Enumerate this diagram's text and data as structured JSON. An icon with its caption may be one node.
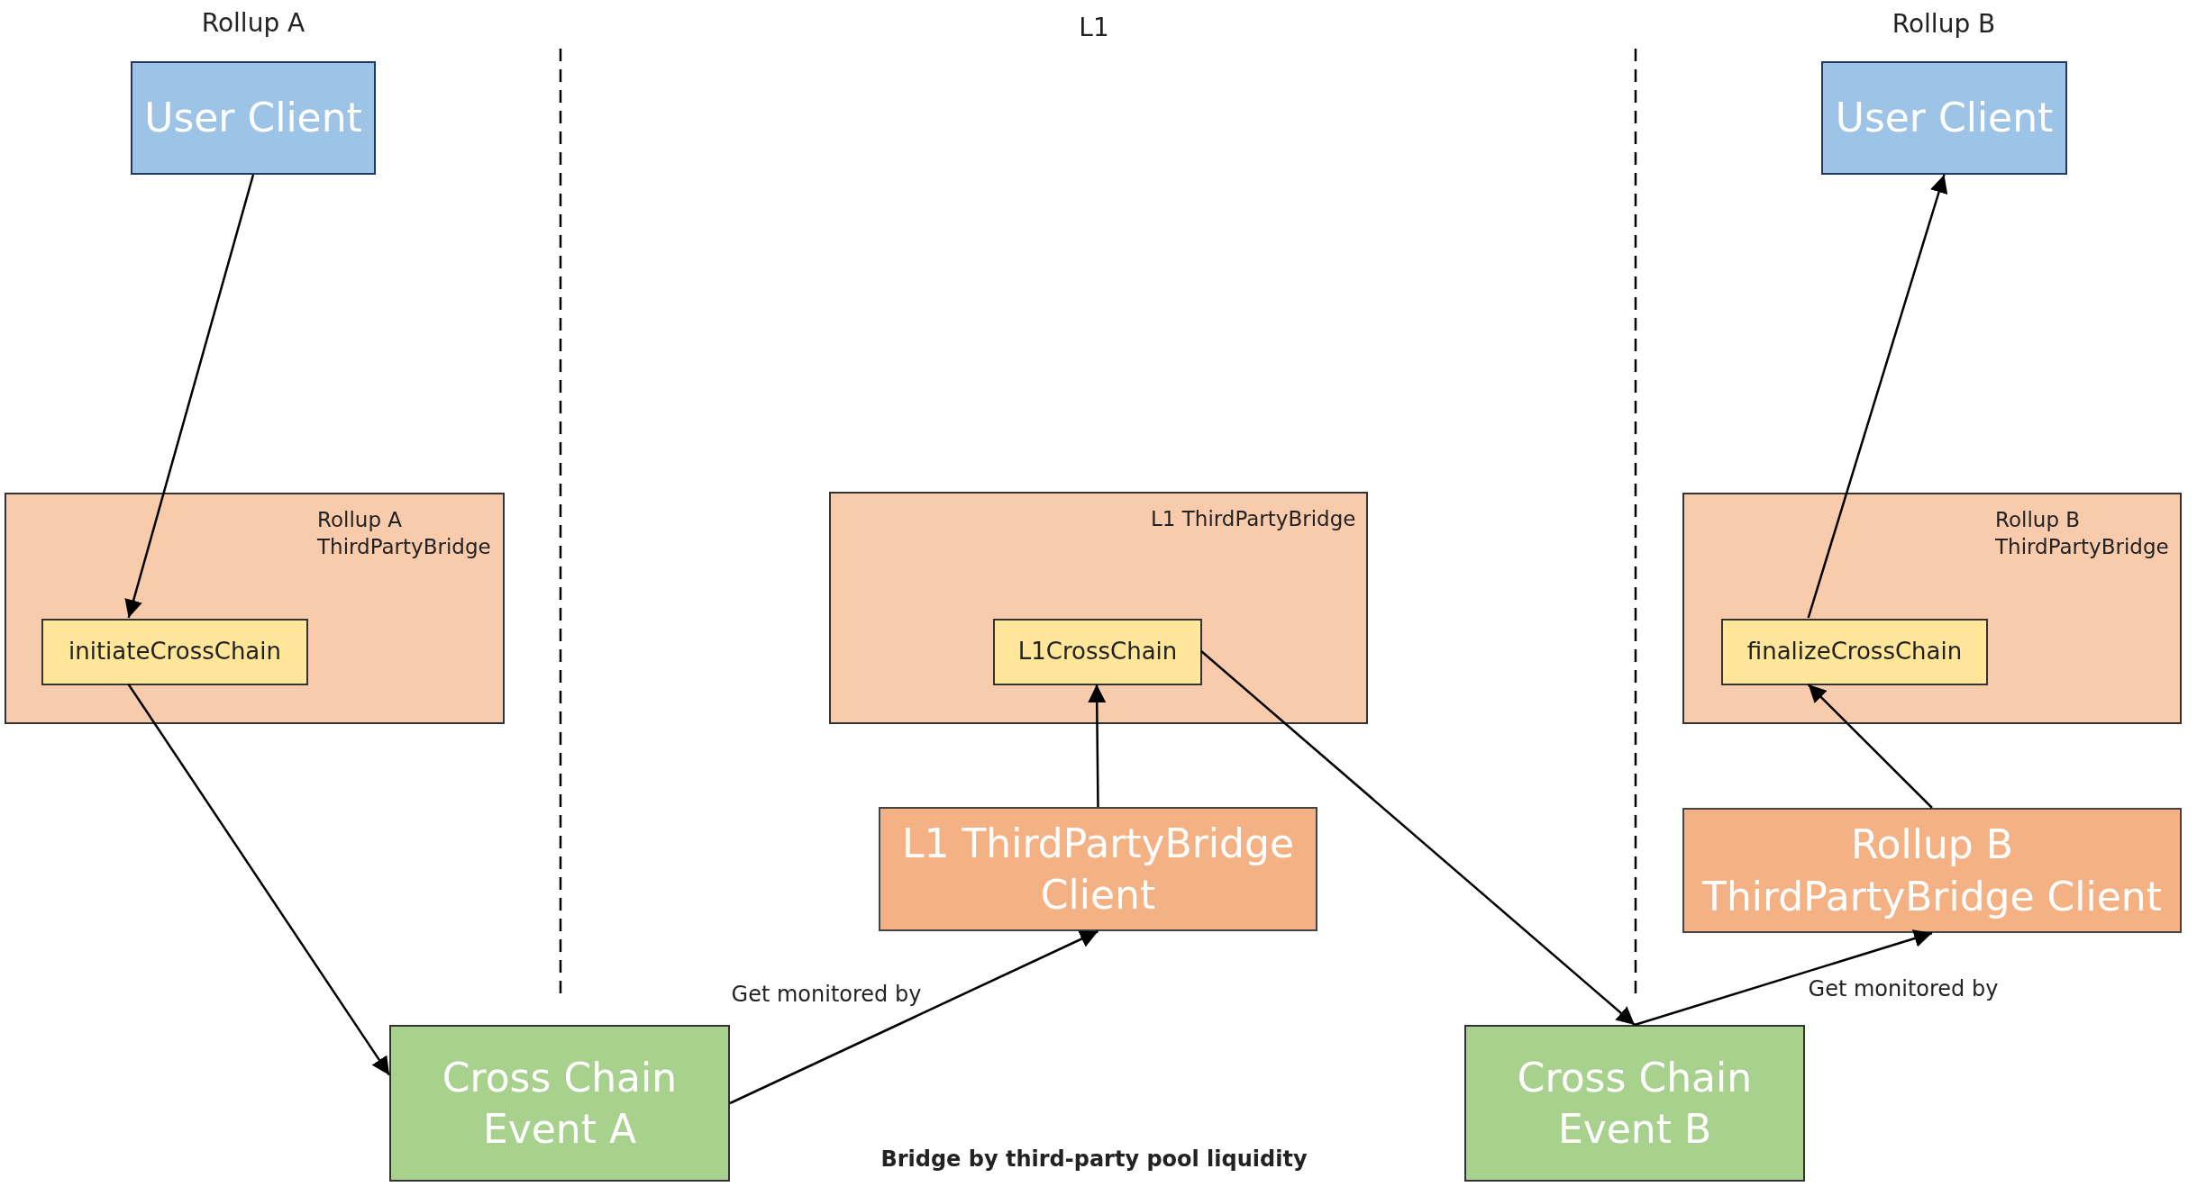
{
  "diagram": {
    "caption": "Bridge by third-party pool liquidity",
    "nodes": [
      {
        "text": [
          "User Client"
        ]
      },
      {
        "text": [
          "Rollup A ThirdPartyBridge"
        ]
      },
      {
        "text": [
          "initiateCrossChain"
        ],
        "in": 1
      },
      {
        "text": [
          "L1 ThirdPartyBridge"
        ]
      },
      {
        "text": [
          "L1CrossChain"
        ],
        "in": 3
      },
      {
        "text": [
          "Rollup B ThirdPartyBridge"
        ]
      },
      {
        "text": [
          "finalizeCrossChain"
        ],
        "in": 5
      },
      {
        "text": [
          "User Client"
        ]
      },
      {
        "text": [
          "L1 ThirdPartyBridge Client"
        ]
      },
      {
        "text": [
          "Rollup B ThirdPartyBridge Client"
        ]
      },
      {
        "text": [
          "Cross Chain Event A"
        ]
      },
      {
        "text": [
          "Cross Chain Event B"
        ]
      }
    ],
    "edges": [
      {
        "from": 0,
        "to": 2,
        "arrow": "to"
      },
      {
        "from": 2,
        "to": 10,
        "arrow": "to"
      },
      {
        "from": 10,
        "to": 8,
        "arrow": "to",
        "label": "Get monitored by"
      },
      {
        "from": 8,
        "to": 4,
        "arrow": "to"
      },
      {
        "from": 4,
        "to": 11,
        "arrow": "to"
      },
      {
        "from": 11,
        "to": 9,
        "arrow": "to",
        "label": "Get monitored by"
      },
      {
        "from": 9,
        "to": 6,
        "arrow": "to"
      },
      {
        "from": 6,
        "to": 7,
        "arrow": "to"
      }
    ],
    "labels": [
      "Rollup A",
      "L1",
      "Rollup B"
    ]
  }
}
